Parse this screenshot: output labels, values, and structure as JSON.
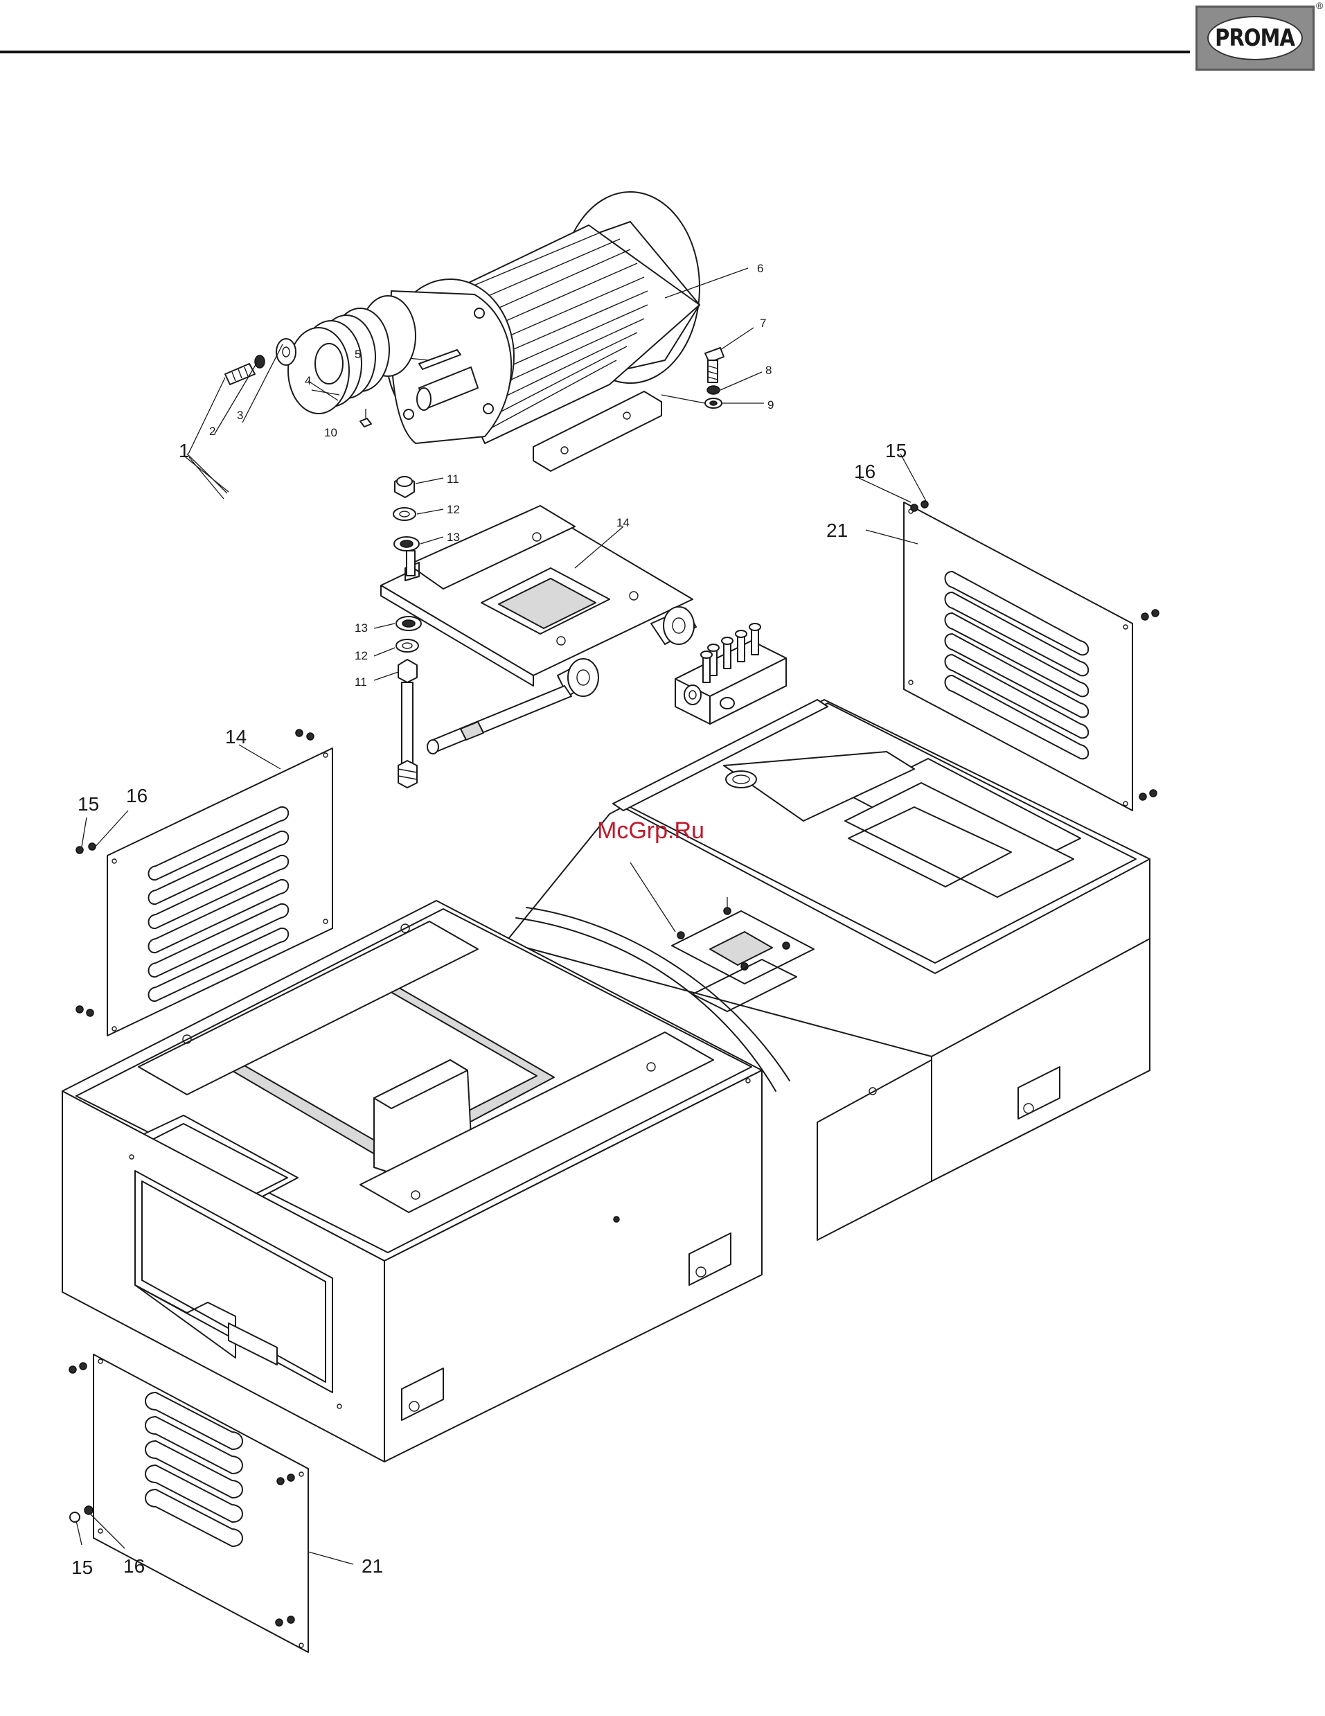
{
  "header": {
    "logo_text": "PROMA",
    "logo_mark": "®"
  },
  "watermark": "McGrp.Ru",
  "colors": {
    "line": "#1a1a1a",
    "watermark": "#c0182a",
    "logo_frame": "#8c8c8c"
  },
  "callouts": {
    "c1": "1",
    "c2": "2",
    "c3": "3",
    "c4": "4",
    "c5": "5",
    "c6": "6",
    "c7": "7",
    "c8": "8",
    "c9": "9",
    "c10": "10",
    "c11a": "11",
    "c12a": "12",
    "c13a": "13",
    "c14a": "14",
    "c13b": "13",
    "c12b": "12",
    "c11b": "11",
    "c15a": "15",
    "c16a": "16",
    "c21a": "21",
    "c14b": "14",
    "c15b": "15",
    "c16b": "16",
    "c15c": "15",
    "c16c": "16",
    "c21b": "21"
  }
}
